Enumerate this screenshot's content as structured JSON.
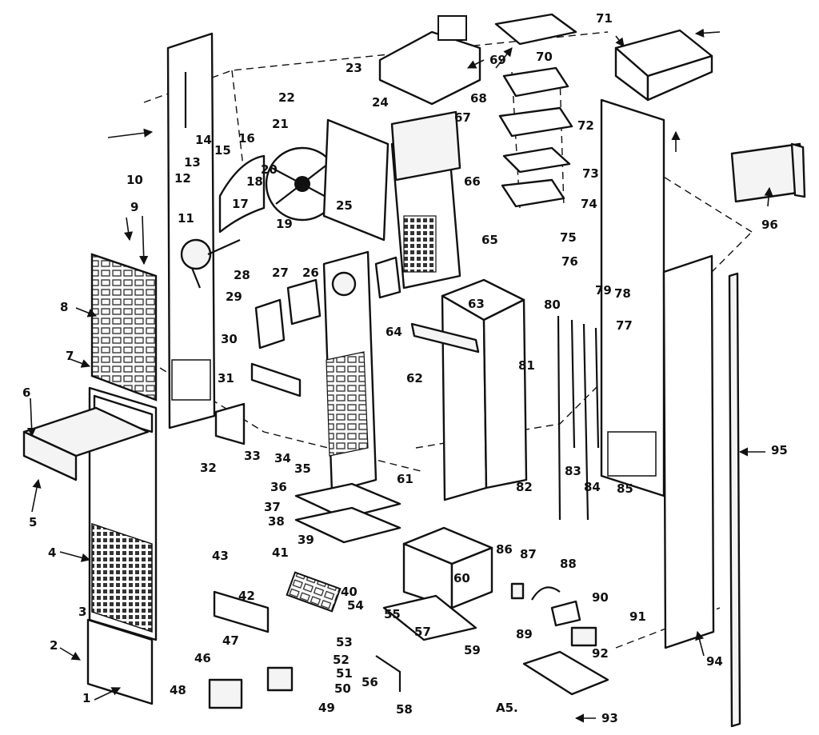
{
  "diagram": {
    "sheet_code": "A5.",
    "callouts": [
      {
        "n": "1"
      },
      {
        "n": "2"
      },
      {
        "n": "3"
      },
      {
        "n": "4"
      },
      {
        "n": "5"
      },
      {
        "n": "6"
      },
      {
        "n": "7"
      },
      {
        "n": "8"
      },
      {
        "n": "9"
      },
      {
        "n": "10"
      },
      {
        "n": "11"
      },
      {
        "n": "12"
      },
      {
        "n": "13"
      },
      {
        "n": "14"
      },
      {
        "n": "15"
      },
      {
        "n": "16"
      },
      {
        "n": "17"
      },
      {
        "n": "18"
      },
      {
        "n": "19"
      },
      {
        "n": "20"
      },
      {
        "n": "21"
      },
      {
        "n": "22"
      },
      {
        "n": "23"
      },
      {
        "n": "24"
      },
      {
        "n": "25"
      },
      {
        "n": "26"
      },
      {
        "n": "27"
      },
      {
        "n": "28"
      },
      {
        "n": "29"
      },
      {
        "n": "30"
      },
      {
        "n": "31"
      },
      {
        "n": "32"
      },
      {
        "n": "33"
      },
      {
        "n": "34"
      },
      {
        "n": "35"
      },
      {
        "n": "36"
      },
      {
        "n": "37"
      },
      {
        "n": "38"
      },
      {
        "n": "39"
      },
      {
        "n": "40"
      },
      {
        "n": "41"
      },
      {
        "n": "42"
      },
      {
        "n": "43"
      },
      {
        "n": "46"
      },
      {
        "n": "47"
      },
      {
        "n": "48"
      },
      {
        "n": "49"
      },
      {
        "n": "50"
      },
      {
        "n": "51"
      },
      {
        "n": "52"
      },
      {
        "n": "53"
      },
      {
        "n": "54"
      },
      {
        "n": "55"
      },
      {
        "n": "56"
      },
      {
        "n": "57"
      },
      {
        "n": "58"
      },
      {
        "n": "59"
      },
      {
        "n": "60"
      },
      {
        "n": "61"
      },
      {
        "n": "62"
      },
      {
        "n": "63"
      },
      {
        "n": "64"
      },
      {
        "n": "65"
      },
      {
        "n": "66"
      },
      {
        "n": "67"
      },
      {
        "n": "68"
      },
      {
        "n": "69"
      },
      {
        "n": "70"
      },
      {
        "n": "71"
      },
      {
        "n": "72"
      },
      {
        "n": "73"
      },
      {
        "n": "74"
      },
      {
        "n": "75"
      },
      {
        "n": "76"
      },
      {
        "n": "77"
      },
      {
        "n": "78"
      },
      {
        "n": "79"
      },
      {
        "n": "80"
      },
      {
        "n": "81"
      },
      {
        "n": "82"
      },
      {
        "n": "83"
      },
      {
        "n": "84"
      },
      {
        "n": "85"
      },
      {
        "n": "86"
      },
      {
        "n": "87"
      },
      {
        "n": "88"
      },
      {
        "n": "89"
      },
      {
        "n": "90"
      },
      {
        "n": "91"
      },
      {
        "n": "92"
      },
      {
        "n": "93"
      },
      {
        "n": "94"
      },
      {
        "n": "95"
      },
      {
        "n": "96"
      }
    ]
  }
}
